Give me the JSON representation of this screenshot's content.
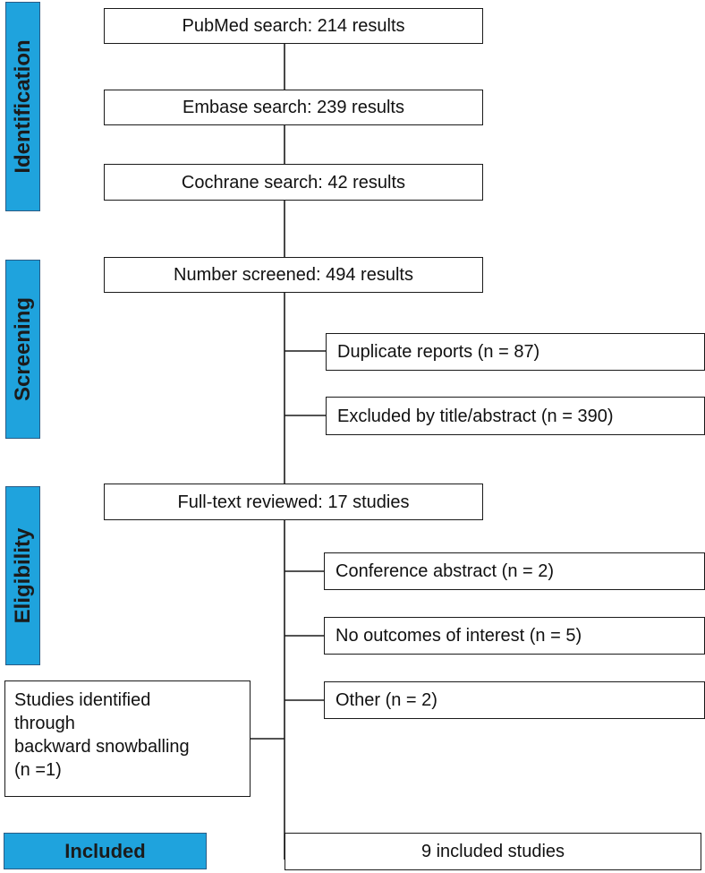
{
  "stages": {
    "identification": "Identification",
    "screening": "Screening",
    "eligibility": "Eligibility",
    "included": "Included"
  },
  "boxes": {
    "pubmed": "PubMed search: 214 results",
    "embase": "Embase search: 239 results",
    "cochrane": "Cochrane search: 42 results",
    "screened": "Number  screened: 494 results",
    "duplicates": "Duplicate  reports (n = 87)",
    "excluded_title": "Excluded by title/abstract (n = 390)",
    "fulltext": "Full-text  reviewed: 17 studies",
    "conference": "Conference abstract (n = 2)",
    "no_outcomes": "No outcomes of interest (n = 5)",
    "other": "Other (n = 2)",
    "snowball": {
      "line1": "Studies identified",
      "line2": "through",
      "line3": "backward snowballing",
      "line4": "(n =1)"
    },
    "included_studies": "9 included studies"
  },
  "colors": {
    "stage_fill": "#1fa3dd",
    "stage_border": "#2a5c86",
    "line": "#1a1a1a"
  }
}
